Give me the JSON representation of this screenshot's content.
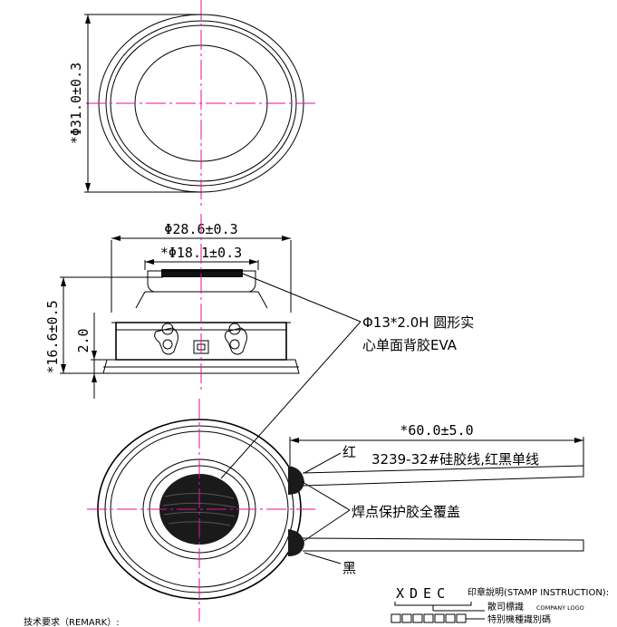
{
  "colors": {
    "centerline": "#e0129a",
    "ink": "#000000",
    "magnet": "#1a1a1a"
  },
  "top_view": {
    "diameter_label": "*Φ31.0±0.3"
  },
  "side_view": {
    "outer_width_label": "Φ28.6±0.3",
    "magnet_width_label": "*Φ18.1±0.3",
    "height_label": "*16.6±0.5",
    "flange_label": "2.0"
  },
  "callouts": {
    "eva_line1": "Φ13*2.0H 圆形实",
    "eva_line2": "心单面背胶EVA",
    "wire_length": "*60.0±5.0",
    "red_wire": "红",
    "wire_spec": "3239-32#硅胶线,红黑单线",
    "glue": "焊点保护胶全覆盖",
    "black_wire": "黑"
  },
  "stamp": {
    "title": "印章說明(STAMP INSTRUCTION):",
    "logo_text": "XDEC",
    "company_logo_cn": "散司標識",
    "company_logo_en": "COMPANY LOGO",
    "special_code": "特别機種識別碼"
  },
  "remark": {
    "label": "技术要求（REMARK）:"
  }
}
